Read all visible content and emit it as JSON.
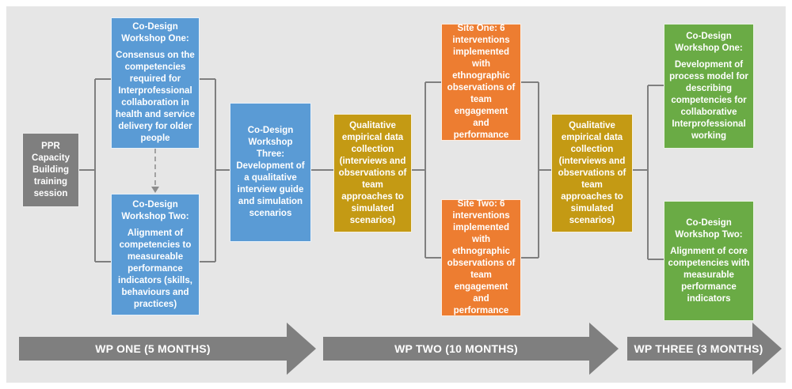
{
  "colors": {
    "background": "#e6e6e6",
    "connector": "#7f7f7f",
    "blue": "#5a9bd5",
    "gold": "#c49a14",
    "orange": "#ed7d31",
    "green": "#6aab45",
    "gray": "#7f7f7f",
    "arrow": "#7f7f7f"
  },
  "boxes": {
    "ppr": "PPR Capacity Building training session",
    "ws1_title": "Co-Design Workshop One:",
    "ws1_body": "Consensus on the competencies required for Interprofessional collaboration in health and service delivery for older people",
    "ws2_title": "Co-Design Workshop Two:",
    "ws2_body": "Alignment of competencies to measureable performance indicators (skills, behaviours and practices)",
    "ws3_title": "Co-Design Workshop Three:",
    "ws3_body": "Development of a qualitative interview guide and simulation scenarios",
    "qual1": "Qualitative empirical data collection (interviews and observations of team approaches to simulated scenarios)",
    "site1": "Site One: 6 interventions implemented with ethnographic observations of team engagement and performance",
    "site2": "Site Two: 6 interventions implemented with ethnographic observations of team engagement and performance",
    "qual2": "Qualitative empirical data collection (interviews and observations of team approaches to simulated scenarios)",
    "g1_title": "Co-Design Workshop One:",
    "g1_body": "Development of process model for describing competencies for collaborative Interprofessional working",
    "g2_title": "Co-Design Workshop Two:",
    "g2_body": "Alignment of core competencies with measurable performance indicators"
  },
  "phases": {
    "wp1": "WP ONE (5 MONTHS)",
    "wp2": "WP TWO (10 MONTHS)",
    "wp3": "WP THREE (3 MONTHS)"
  }
}
